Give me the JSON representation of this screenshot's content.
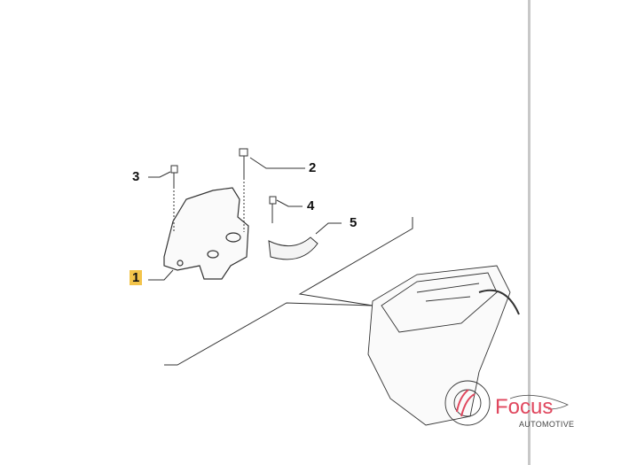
{
  "callouts": {
    "c1": "1",
    "c2": "2",
    "c3": "3",
    "c4": "4",
    "c5": "5"
  },
  "logo": {
    "brand": "Focus",
    "sub": "AUTOMOTIVE"
  },
  "colors": {
    "highlight": "#f3c44a",
    "brand": "#e0475e"
  }
}
